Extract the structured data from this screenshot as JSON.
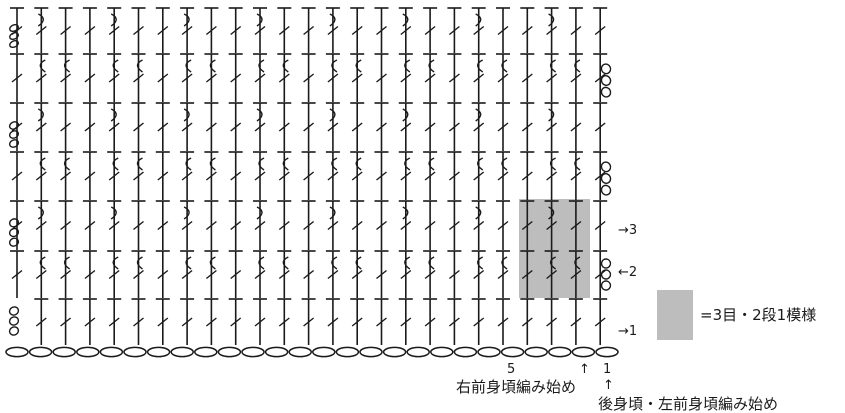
{
  "diagram": {
    "legend": {
      "text": "=3目・2段1模様",
      "swatch_color": "#bdbdbd"
    },
    "row_labels": [
      "→1",
      "←2",
      "→3"
    ],
    "stitch_numbers": [
      "5",
      "1"
    ],
    "arrows": [
      "↑",
      "↑"
    ],
    "start_labels": {
      "right_front": "右前身頃編み始め",
      "back_left_front": "後身頃・左前身頃編み始め"
    },
    "colors": {
      "ink": "#1a1a1a",
      "highlight": "#bdbdbd"
    }
  }
}
